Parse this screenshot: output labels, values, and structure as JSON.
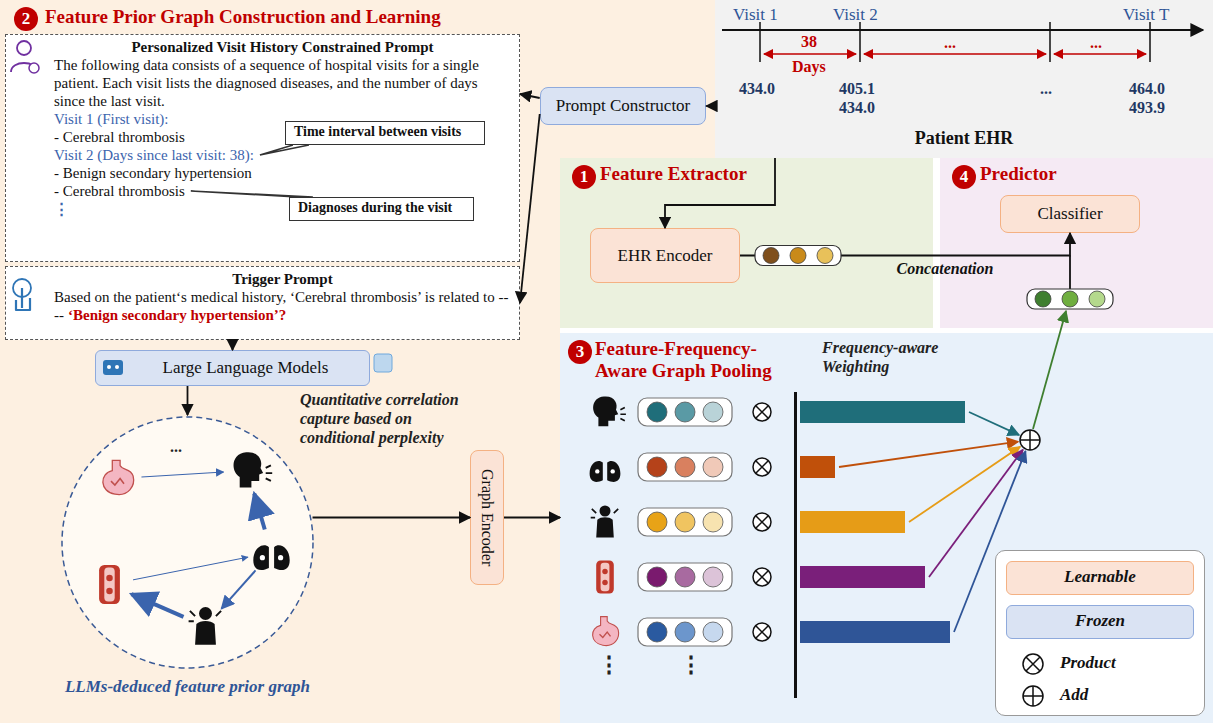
{
  "diagram": {
    "nodes": [
      {
        "text": [
          "Feature Prior Graph Construction and Learning"
        ]
      },
      {
        "text": [
          "Personalized Visit History Constrained Prompt",
          "The following data consists of a sequence of hospital visits for a single patient. Each visit lists the diagnosed diseases, and the number of days since the last visit.",
          "Visit 1 (First visit):",
          "- Cerebral thrombosis",
          "Visit 2 (Days since last visit: 38):",
          "- Benign secondary hypertension",
          "- Cerebral thrombosis",
          "⋮"
        ],
        "in": 0
      },
      {
        "text": [
          "Time interval between visits"
        ],
        "in": 1
      },
      {
        "text": [
          "Diagnoses during the visit"
        ],
        "in": 1
      },
      {
        "text": [
          "Trigger Prompt",
          "Based on the patient‘s medical history, ‘Cerebral thrombosis’ is related to ----",
          "‘Benign secondary hypertension’?"
        ],
        "in": 0
      },
      {
        "text": [
          "Large Language Models"
        ],
        "in": 0
      },
      {
        "text": [
          "LLMs-deduced feature prior graph"
        ],
        "in": 0
      },
      {
        "text": [
          "Graph Encoder"
        ],
        "in": 0
      },
      {
        "text": [
          "Patient EHR"
        ]
      },
      {
        "text": [
          "Prompt Constructor"
        ]
      },
      {
        "text": [
          "Feature Extractor"
        ]
      },
      {
        "text": [
          "EHR Encoder"
        ],
        "in": 10
      },
      {
        "text": [
          "Predictor"
        ]
      },
      {
        "text": [
          "Classifier"
        ],
        "in": 12
      },
      {
        "text": [
          "Feature-Frequency-Aware Graph Pooling"
        ]
      }
    ],
    "edges": [
      {
        "from": 8,
        "to": 9,
        "arrow": "to"
      },
      {
        "from": 9,
        "to": 1,
        "arrow": "to"
      },
      {
        "from": 9,
        "to": 4,
        "arrow": "to"
      },
      {
        "from": 4,
        "to": 5,
        "arrow": "to"
      },
      {
        "from": 5,
        "to": 6,
        "arrow": "to"
      },
      {
        "from": 6,
        "to": 7,
        "arrow": "to"
      },
      {
        "from": 7,
        "to": 14,
        "arrow": "to"
      },
      {
        "from": 8,
        "to": 11,
        "arrow": "to"
      },
      {
        "from": 11,
        "to": 13,
        "label": "Concatenation",
        "arrow": "to"
      }
    ],
    "labels": [
      "Visit 1",
      "Visit 2",
      "Visit T",
      "38",
      "Days",
      "...",
      "...",
      "434.0",
      "405.1",
      "434.0",
      "...",
      "464.0",
      "493.9",
      "2",
      "1",
      "4",
      "3",
      "Quantitative correlation capture based on conditional perplexity",
      "...",
      "Frequency-aware Weighting",
      "⋮",
      "⋮"
    ],
    "legend": [
      {
        "text": "Learnable",
        "color": "#fbe3d6"
      },
      {
        "text": "Frozen",
        "color": "#dae3f3"
      },
      {
        "text": "Product"
      },
      {
        "text": "Add"
      }
    ]
  }
}
